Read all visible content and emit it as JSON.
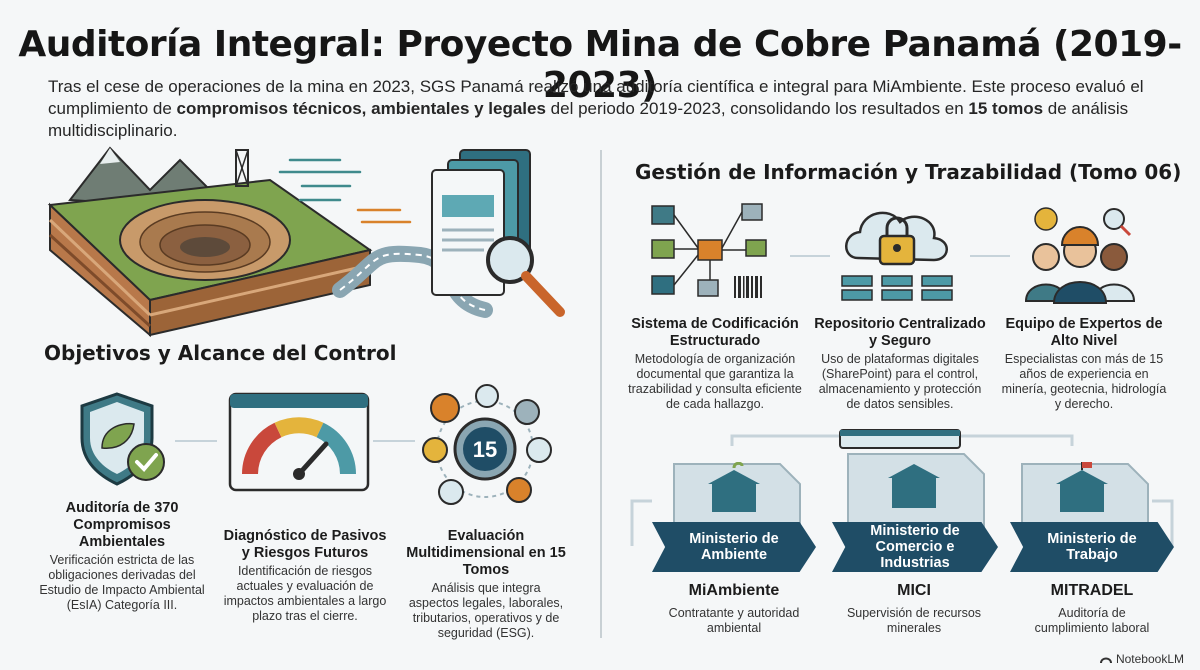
{
  "header": {
    "title": "Auditoría Integral: Proyecto Mina de Cobre Panamá (2019-2023)",
    "intro": {
      "p1": "Tras el cese de operaciones de la mina en 2023, SGS Panamá realizó una auditoría científica e integral para MiAmbiente. Este proceso evaluó el cumplimiento de ",
      "b1": "compromisos técnicos, ambientales y legales",
      "p2": " del periodo 2019-2023, consolidando los resultados en ",
      "b2": "15 tomos",
      "p3": " de análisis multidisciplinario."
    }
  },
  "left": {
    "section_title": "Objetivos y Alcance del Control",
    "cards": [
      {
        "title": "Auditoría de 370 Compromisos Ambientales",
        "desc": "Verificación estricta de las obligaciones derivadas del Estudio de Impacto Ambiental (EsIA) Categoría III."
      },
      {
        "title": "Diagnóstico de Pasivos y Riesgos Futuros",
        "desc": "Identificación de riesgos actuales y evaluación de impactos ambientales a largo plazo tras el cierre."
      },
      {
        "title": "Evaluación Multidimensional en 15 Tomos",
        "desc": "Análisis que integra aspectos legales, laborales, tributarios, operativos y de seguridad (ESG)."
      }
    ],
    "badge_number": "15"
  },
  "right": {
    "section_title": "Gestión de Información y Trazabilidad (Tomo 06)",
    "cards": [
      {
        "title": "Sistema de Codificación Estructurado",
        "desc": "Metodología de organización documental que garantiza la trazabilidad y consulta eficiente de cada hallazgo."
      },
      {
        "title": "Repositorio Centralizado y Seguro",
        "desc": "Uso de plataformas digitales (SharePoint) para el control, almacenamiento y protección de datos sensibles."
      },
      {
        "title": "Equipo de Expertos de Alto Nivel",
        "desc": "Especialistas con más de 15 años de experiencia en minería, geotecnia, hidrología y derecho."
      }
    ],
    "ministries": [
      {
        "name": "Ministerio de Ambiente",
        "acronym": "MiAmbiente",
        "desc": "Contratante y autoridad ambiental"
      },
      {
        "name": "Ministerio de Comercio e Industrias",
        "acronym": "MICI",
        "desc": "Supervisión de recursos minerales"
      },
      {
        "name": "Ministerio de Trabajo",
        "acronym": "MITRADEL",
        "desc": "Auditoría de cumplimiento laboral"
      }
    ]
  },
  "footer": {
    "brand": "NotebookLM"
  },
  "colors": {
    "navy": "#1f4d66",
    "teal": "#3f8a8c",
    "green": "#6e9b3f",
    "orange": "#d9822b",
    "red": "#c9483b",
    "paper": "#dfe9ee"
  }
}
